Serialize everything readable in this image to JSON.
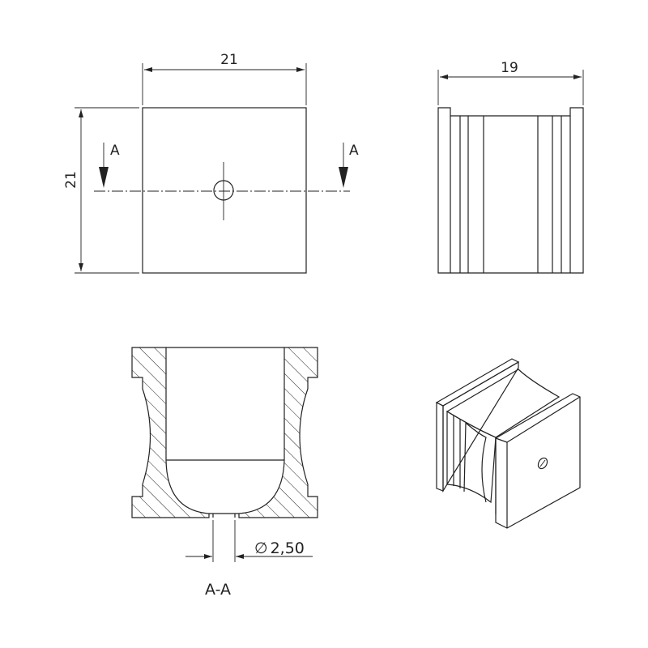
{
  "front_view": {
    "width_dim": "21",
    "height_dim": "21",
    "section_marker_left": "A",
    "section_marker_right": "A"
  },
  "side_view": {
    "width_dim": "19"
  },
  "section_view": {
    "hole_dim": "Ø 2,50",
    "hole_dim_value": "2,50",
    "section_label": "A-A"
  },
  "colors": {
    "line": "#222222",
    "background": "#ffffff"
  }
}
